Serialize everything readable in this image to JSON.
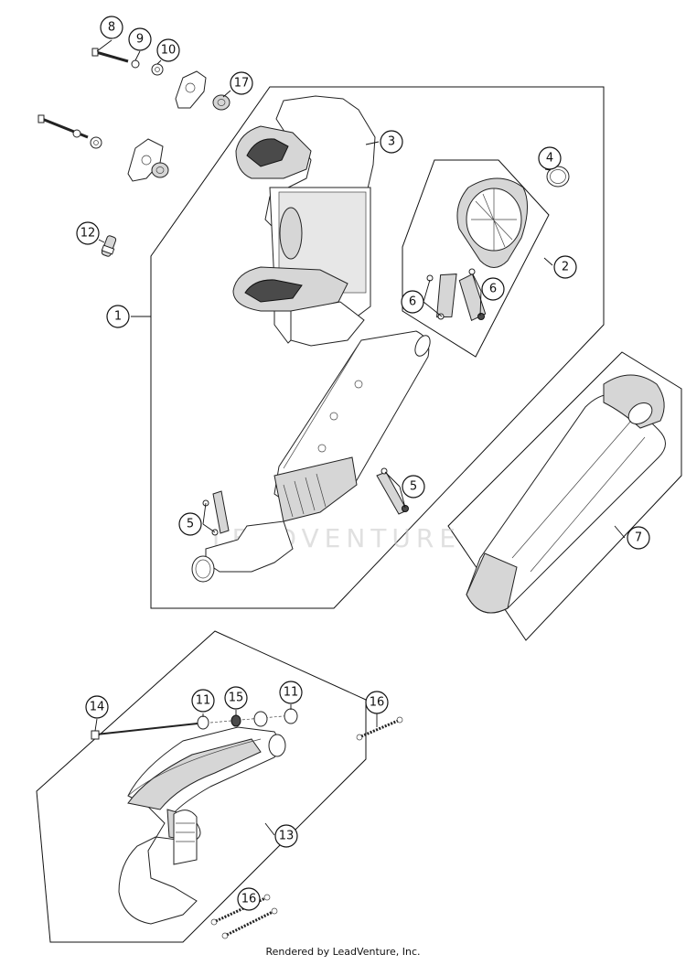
{
  "watermark": "LEADVENTURE",
  "footer": "Rendered by LeadVenture, Inc.",
  "callouts": [
    "1",
    "2",
    "3",
    "4",
    "5",
    "5",
    "6",
    "6",
    "7",
    "8",
    "9",
    "10",
    "11",
    "11",
    "12",
    "13",
    "14",
    "15",
    "16",
    "16",
    "17"
  ]
}
